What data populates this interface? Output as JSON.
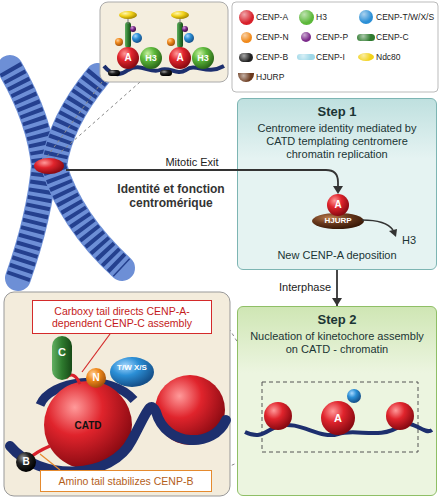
{
  "diagram": {
    "nodes": [
      {
        "text": [
          "Step 1",
          "Centromere identity mediated by CATD templating centromere chromatin replication",
          "New CENP-A deposition"
        ]
      },
      {
        "text": [
          "Step 2",
          "Nucleation of kinetochore assembly on CATD - chromatin"
        ]
      },
      {
        "text": [
          "Carboxy tail directs CENP-A-dependent CENP-C assembly"
        ]
      },
      {
        "text": [
          "Amino tail stabilizes CENP-B"
        ]
      }
    ],
    "edges": [
      {
        "from": 0,
        "to": 1,
        "label": "Interphase",
        "arrow": "to"
      }
    ],
    "labels": [
      "Mitotic Exit",
      "Identité et fonction centromérique",
      "A",
      "H3",
      "A",
      "H3",
      "A",
      "HJURP",
      "H3",
      "A",
      "C",
      "N",
      "T/W X/S",
      "CATD",
      "B"
    ],
    "legend": [
      {
        "text": "CENP-A",
        "color": "#d8202a"
      },
      {
        "text": "H3",
        "color": "#5cb83a"
      },
      {
        "text": "CENP-T/W/X/S",
        "color": "#2b8fd6"
      },
      {
        "text": "CENP-N",
        "color": "#f08a1c"
      },
      {
        "text": "CENP-P",
        "color": "#7b2a8a"
      },
      {
        "text": "CENP-C",
        "color": "#2e7a2e"
      },
      {
        "text": "CENP-B",
        "color": "#222222"
      },
      {
        "text": "CENP-I",
        "color": "#9fd8e8"
      },
      {
        "text": "Ndc80",
        "color": "#f2d21a"
      },
      {
        "text": "HJURP",
        "color": "#6b3a1e"
      }
    ]
  }
}
